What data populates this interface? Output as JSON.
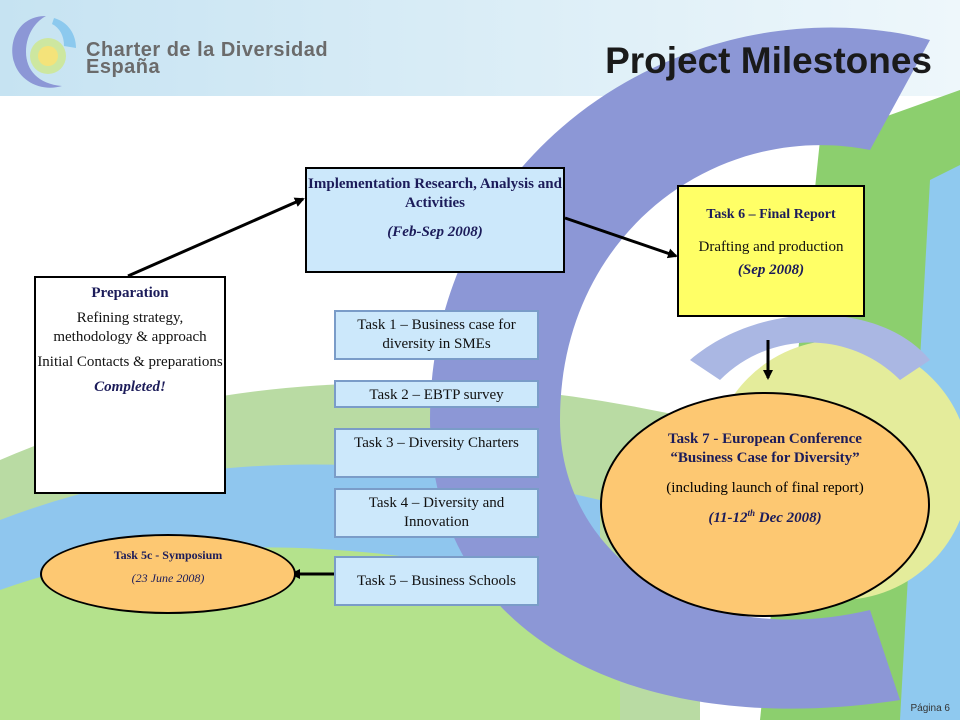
{
  "header": {
    "logo_line1": "Charter de la Diversidad",
    "logo_line2": "España",
    "title": "Project Milestones"
  },
  "preparation": {
    "heading": "Preparation",
    "line1": "Refining strategy, methodology & approach",
    "line2": "Initial Contacts & preparations",
    "status": "Completed!"
  },
  "implementation": {
    "heading": "Implementation Research, Analysis and Activities",
    "dates": "(Feb-Sep 2008)"
  },
  "tasks": [
    {
      "label": "Task 1 – Business case for diversity in SMEs"
    },
    {
      "label": "Task 2 – EBTP survey"
    },
    {
      "label": "Task 3 – Diversity Charters"
    },
    {
      "label": "Task 4 – Diversity and Innovation"
    },
    {
      "label": "Task 5 – Business Schools"
    }
  ],
  "task5c": {
    "heading": "Task 5c - Symposium",
    "date": "(23 June 2008)"
  },
  "task6": {
    "heading": "Task 6 –  Final Report",
    "desc": "Drafting and production",
    "date": "(Sep 2008)"
  },
  "task7": {
    "heading": "Task 7 - European Conference “Business Case for Diversity”",
    "desc": "(including launch of final report)",
    "date_main": "(11-12",
    "date_sup": "th",
    "date_tail": " Dec 2008)"
  },
  "footer": {
    "page_label": "Página  6"
  },
  "colors": {
    "task_fill": "#cce8fb",
    "oval_fill": "#fdc872",
    "final_report_fill": "#ffff66",
    "ring_blue": "#8c97d6",
    "header_band": "#c6e3f2"
  }
}
